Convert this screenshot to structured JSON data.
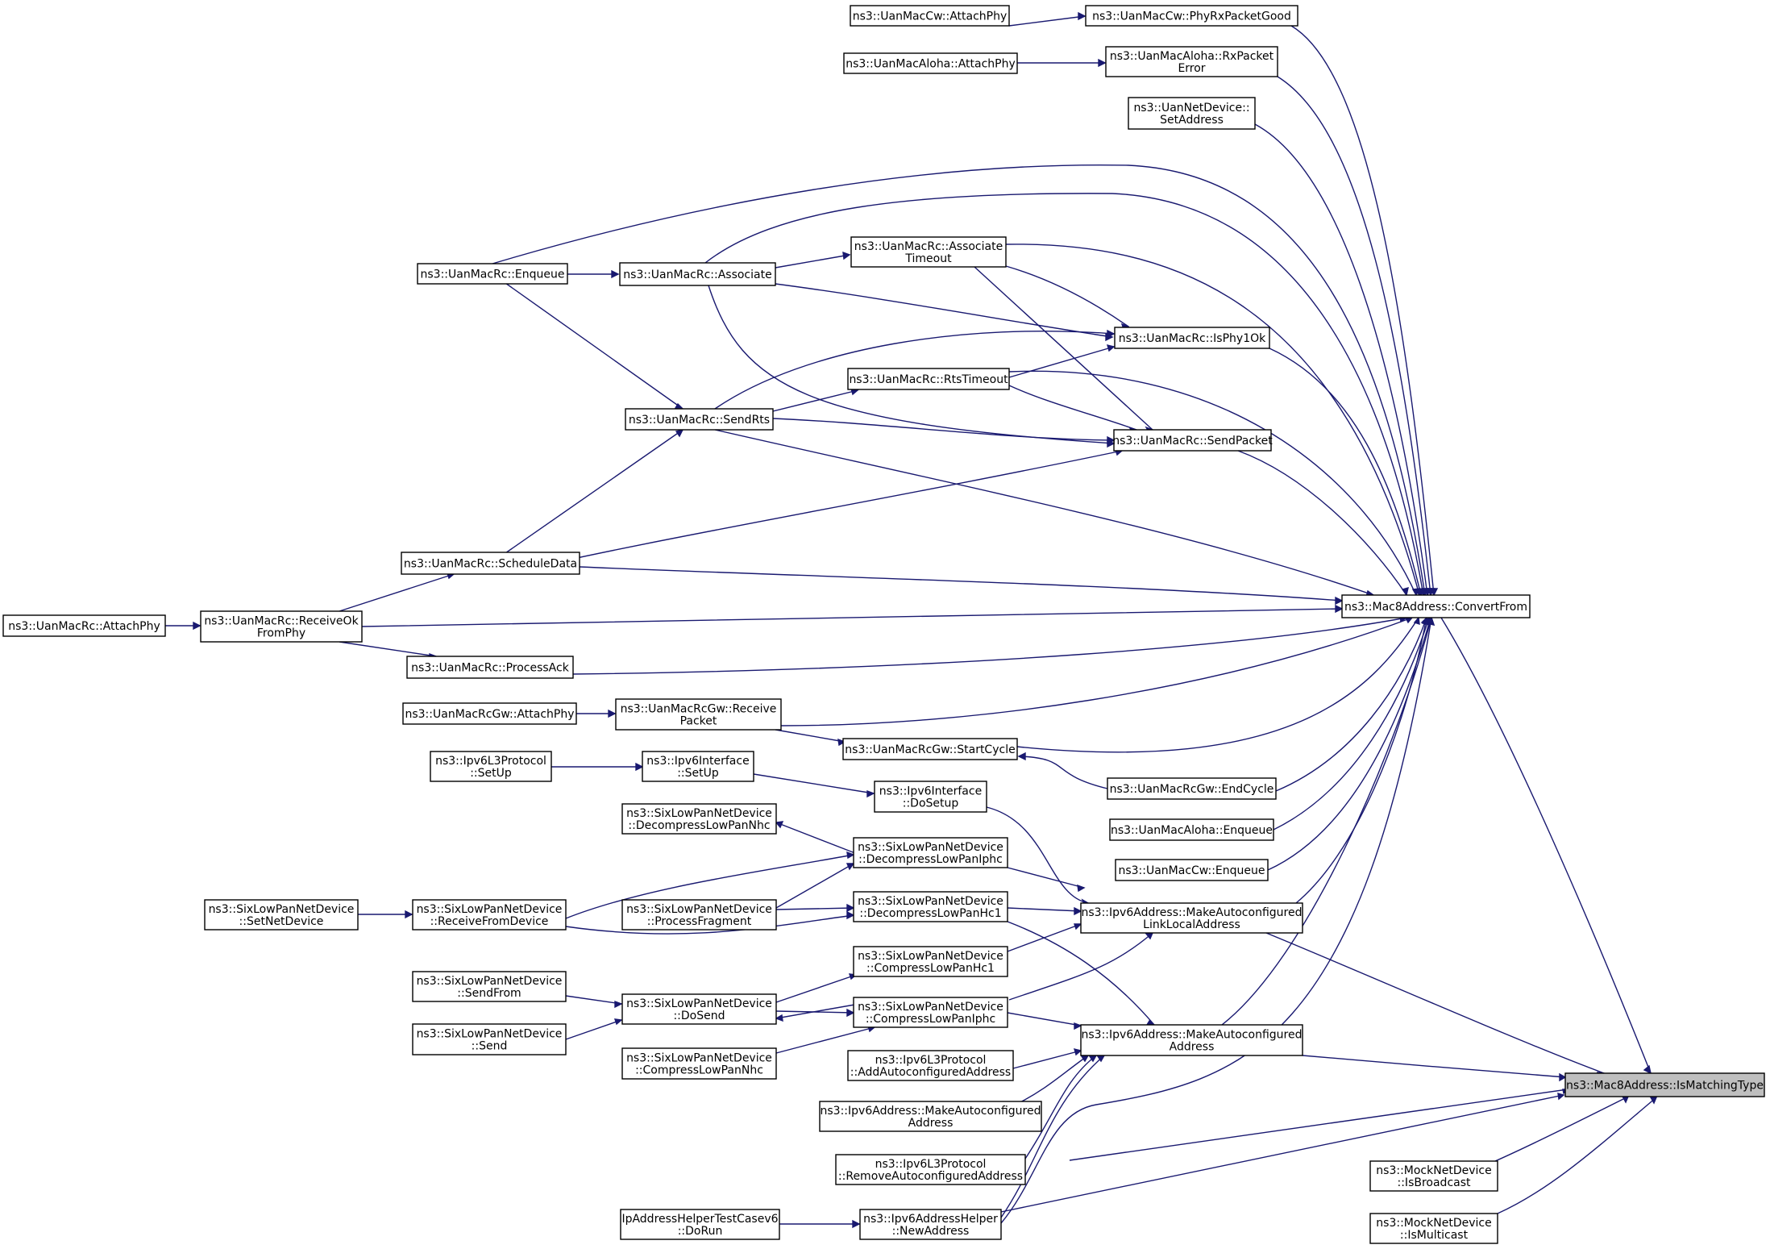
{
  "diagram": {
    "edge_color": "#191970",
    "root_fill": "#bfbfbf",
    "nodes": {
      "n_ismatch": "ns3::Mac8Address::IsMatchingType",
      "n_convert": "ns3::Mac8Address::ConvertFrom",
      "n_mockbc": "ns3::MockNetDevice\n::IsBroadcast",
      "n_mockmc": "ns3::MockNetDevice\n::IsMulticast",
      "n_llla": "ns3::Ipv6Address::MakeAutoconfigured\nLinkLocalAddress",
      "n_mkauto": "ns3::Ipv6Address::MakeAutoconfigured\nAddress",
      "n_mkauto2": "ns3::Ipv6Address::MakeAutoconfigured\nAddress",
      "n_newaddr": "ns3::Ipv6AddressHelper\n::NewAddress",
      "n_iptest": "IpAddressHelperTestCasev6\n::DoRun",
      "n_addauto": "ns3::Ipv6L3Protocol\n::AddAutoconfiguredAddress",
      "n_remauto": "ns3::Ipv6L3Protocol\n::RemoveAutoconfiguredAddress",
      "n_cwphyrx": "ns3::UanMacCw::PhyRxPacketGood",
      "n_cwattach": "ns3::UanMacCw::AttachPhy",
      "n_alrx": "ns3::UanMacAloha::RxPacket\nError",
      "n_alattach": "ns3::UanMacAloha::AttachPhy",
      "n_nd": "ns3::UanNetDevice::\nSetAddress",
      "n_enq": "ns3::UanMacRc::Enqueue",
      "n_assoc": "ns3::UanMacRc::Associate",
      "n_assoct": "ns3::UanMacRc::Associate\nTimeout",
      "n_isphy": "ns3::UanMacRc::IsPhy1Ok",
      "n_rtst": "ns3::UanMacRc::RtsTimeout",
      "n_sendrts": "ns3::UanMacRc::SendRts",
      "n_sendpkt": "ns3::UanMacRc::SendPacket",
      "n_sched": "ns3::UanMacRc::ScheduleData",
      "n_recvok": "ns3::UanMacRc::ReceiveOk\nFromPhy",
      "n_rcattach": "ns3::UanMacRc::AttachPhy",
      "n_procack": "ns3::UanMacRc::ProcessAck",
      "n_gwrecv": "ns3::UanMacRcGw::Receive\nPacket",
      "n_gwattach": "ns3::UanMacRcGw::AttachPhy",
      "n_gwstart": "ns3::UanMacRcGw::StartCycle",
      "n_gwend": "ns3::UanMacRcGw::EndCycle",
      "n_alenq": "ns3::UanMacAloha::Enqueue",
      "n_cwenq": "ns3::UanMacCw::Enqueue",
      "n_ipv6l3setup": "ns3::Ipv6L3Protocol\n::SetUp",
      "n_ifsetup": "ns3::Ipv6Interface\n::SetUp",
      "n_ifdosetup": "ns3::Ipv6Interface\n::DoSetup",
      "n_decnhc": "ns3::SixLowPanNetDevice\n::DecompressLowPanNhc",
      "n_deciphc": "ns3::SixLowPanNetDevice\n::DecompressLowPanIphc",
      "n_dechc1": "ns3::SixLowPanNetDevice\n::DecompressLowPanHc1",
      "n_procfrag": "ns3::SixLowPanNetDevice\n::ProcessFragment",
      "n_recvdev": "ns3::SixLowPanNetDevice\n::ReceiveFromDevice",
      "n_setnd": "ns3::SixLowPanNetDevice\n::SetNetDevice",
      "n_comphc1": "ns3::SixLowPanNetDevice\n::CompressLowPanHc1",
      "n_compiphc": "ns3::SixLowPanNetDevice\n::CompressLowPanIphc",
      "n_compnhc": "ns3::SixLowPanNetDevice\n::CompressLowPanNhc",
      "n_dosend": "ns3::SixLowPanNetDevice\n::DoSend",
      "n_sendfrom": "ns3::SixLowPanNetDevice\n::SendFrom",
      "n_send": "ns3::SixLowPanNetDevice\n::Send"
    }
  }
}
